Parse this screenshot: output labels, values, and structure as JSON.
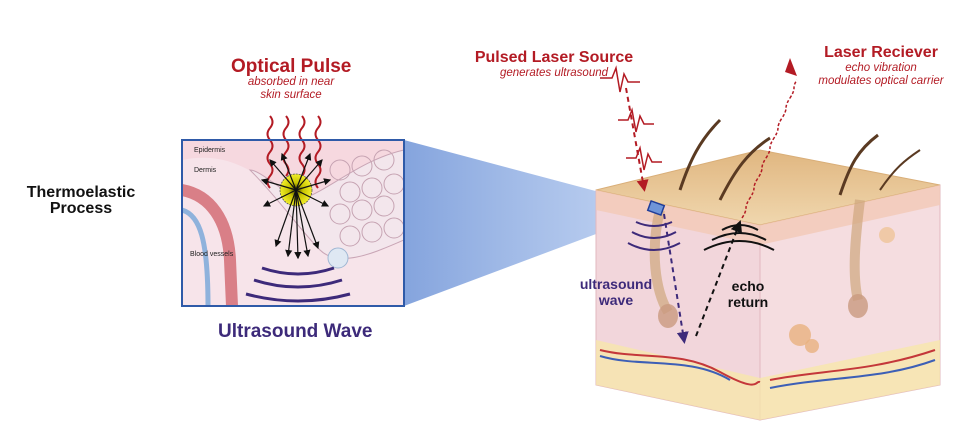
{
  "labels": {
    "thermo_line1": "Thermoelastic",
    "thermo_line2": "Process",
    "optical_title": "Optical Pulse",
    "optical_sub1": "absorbed in near",
    "optical_sub2": "skin surface",
    "ultrasound_wave_caption": "Ultrasound Wave",
    "laser_source_title": "Pulsed Laser Source",
    "laser_source_sub": "generates ultrasound",
    "receiver_title": "Laser Reciever",
    "receiver_sub1": "echo vibration",
    "receiver_sub2": "modulates optical carrier",
    "us_wave_line1": "ultrasound",
    "us_wave_line2": "wave",
    "echo_line1": "echo",
    "echo_line2": "return"
  },
  "inset": {
    "epidermis": "Epidermis",
    "dermis": "Dermis",
    "blood_vessels": "Blood vessels"
  },
  "colors": {
    "laser_red": "#b31b24",
    "wave_purple": "#3d2a7a",
    "skin_top": "#e8c595",
    "skin_body": "#f1d8dc",
    "inset_border": "#2f5aa8",
    "projection_blue": "#6f95d8"
  }
}
